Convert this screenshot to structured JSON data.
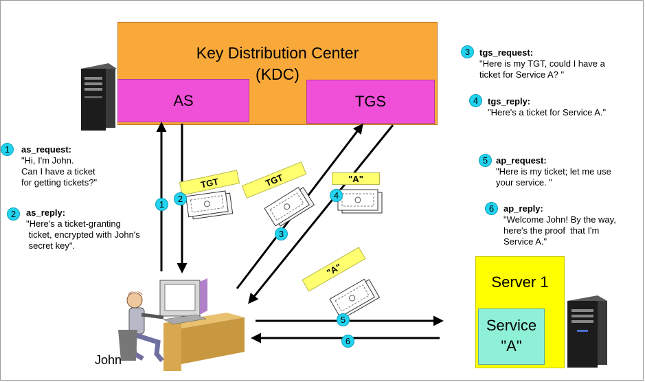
{
  "kdc": {
    "title_line1": "Key Distribution Center",
    "title_line2": "(KDC)"
  },
  "as_label": "AS",
  "tgs_label": "TGS",
  "server": {
    "label": "Server 1",
    "service_line1": "Service",
    "service_line2": "\"A\""
  },
  "client_label": "John",
  "ticket_tags": {
    "tgt_1": "TGT",
    "tgt_2": "TGT",
    "service_a_1": "\"A\"",
    "service_a_2": "\"A\""
  },
  "step_numbers": [
    "1",
    "2",
    "3",
    "4",
    "5",
    "6"
  ],
  "messages": {
    "as_request": {
      "name": "as_request:",
      "text": "\"Hi, I'm John.\nCan I have a ticket\nfor getting tickets?\""
    },
    "as_reply": {
      "name": "as_reply:",
      "text": "\"Here's a ticket-granting\n ticket, encrypted with John's\n secret key\"."
    },
    "tgs_request": {
      "name": "tgs_request:",
      "text": "\"Here is my TGT, could I have a\nticket for Service A? \""
    },
    "tgs_reply": {
      "name": "tgs_reply:",
      "text": "\"Here's a ticket for Service A.\""
    },
    "ap_request": {
      "name": "ap_request:",
      "text": "\"Here is my ticket; let me use\nyour service. \""
    },
    "ap_reply": {
      "name": "ap_reply:",
      "text": "\"Welcome John! By the way,\nhere's the proof  that I'm\nService A.\""
    }
  },
  "colors": {
    "kdc": "#F8A93A",
    "as_tgs": "#F050D8",
    "server": "#FFFF00",
    "service": "#8FF0D8",
    "badge": "#22D3EE",
    "tag": "#FFFF70"
  }
}
